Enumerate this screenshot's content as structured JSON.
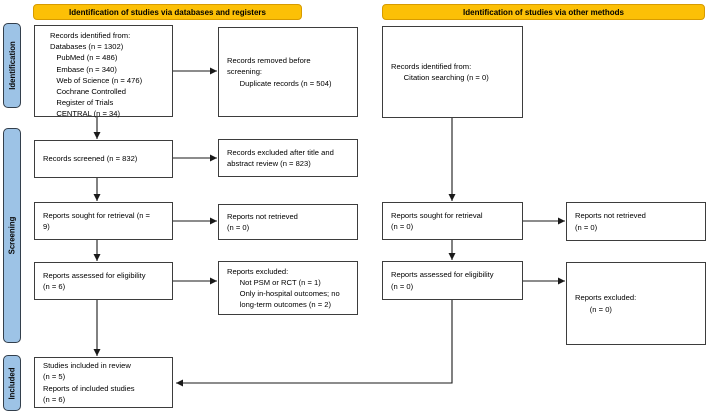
{
  "headers": {
    "databases": "Identification of studies via databases and registers",
    "other_methods": "Identification of studies via other methods"
  },
  "stages": {
    "identification": "Identification",
    "screening": "Screening",
    "included": "Included"
  },
  "boxes": {
    "db_records_identified": "Records identified from:\nDatabases (n = 1302)\n   PubMed (n = 486)\n   Embase (n = 340)\n   Web of Science (n = 476)\n   Cochrane Controlled\n   Register of Trials\n   CENTRAL (n = 34)",
    "db_records_removed": "Records removed before\nscreening:\n      Duplicate records (n = 504)",
    "db_records_screened": "Records screened (n = 832)",
    "db_records_excluded": "Records excluded after title and\nabstract review (n = 823)",
    "db_reports_sought": "Reports sought for retrieval (n =\n9)",
    "db_reports_not_retrieved": "Reports not retrieved\n(n = 0)",
    "db_reports_assessed": "Reports assessed for eligibility\n(n = 6)",
    "db_reports_excluded": "Reports excluded:\n      Not PSM or RCT (n = 1)\n      Only in-hospital outcomes; no\n      long-term outcomes (n = 2)",
    "included_studies": "Studies included in review\n(n = 5)\nReports of included studies\n(n = 6)",
    "other_records_identified": "Records identified from:\n      Citation searching (n = 0)",
    "other_reports_sought": "Reports sought for retrieval\n(n = 0)",
    "other_reports_not_retrieved": "Reports not retrieved\n(n = 0)",
    "other_reports_assessed": "Reports assessed for eligibility\n(n = 0)",
    "other_reports_excluded": "Reports excluded:\n       (n = 0)"
  },
  "colors": {
    "header_fill": "#FCC006",
    "header_border": "#D79B00",
    "stage_fill": "#9DC3E6",
    "stage_border": "#333F4C",
    "box_border": "#3D3D3D",
    "arrow": "#1A1A1A"
  }
}
